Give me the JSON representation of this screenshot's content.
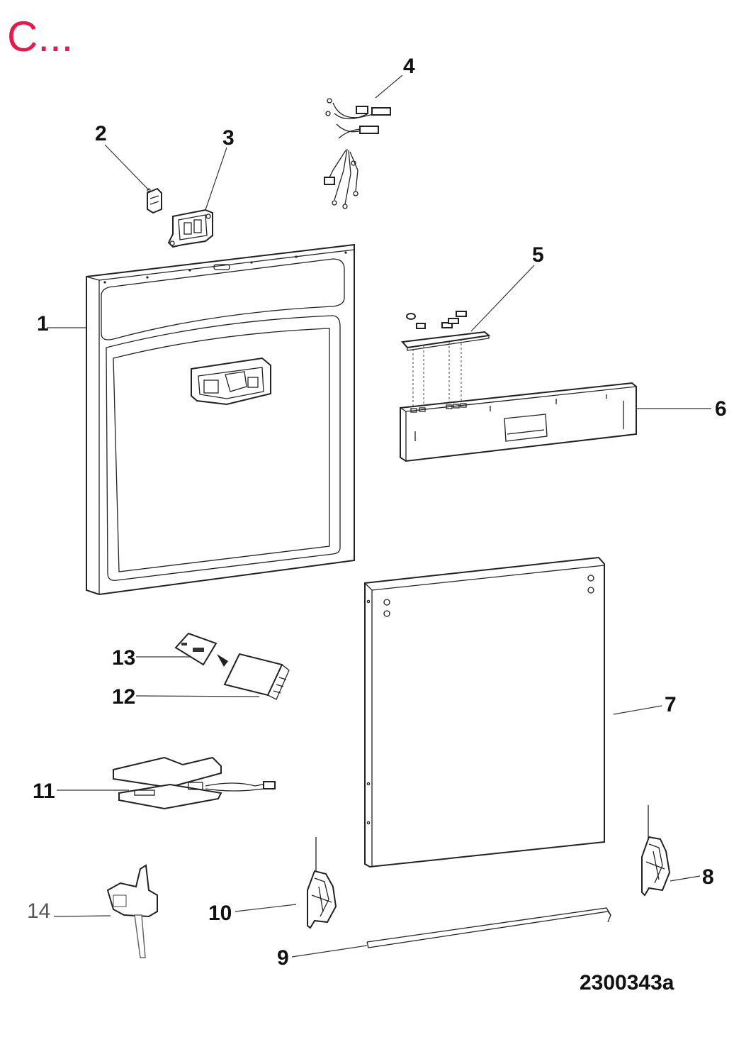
{
  "header": {
    "title": "C...",
    "title_color": "#e5194a"
  },
  "drawing_number": "2300343a",
  "callouts": [
    {
      "id": "c1",
      "text": "1"
    },
    {
      "id": "c2",
      "text": "2"
    },
    {
      "id": "c3",
      "text": "3"
    },
    {
      "id": "c4",
      "text": "4"
    },
    {
      "id": "c5",
      "text": "5"
    },
    {
      "id": "c6",
      "text": "6"
    },
    {
      "id": "c7",
      "text": "7"
    },
    {
      "id": "c8",
      "text": "8"
    },
    {
      "id": "c9",
      "text": "9"
    },
    {
      "id": "c10",
      "text": "10"
    },
    {
      "id": "c11",
      "text": "11"
    },
    {
      "id": "c12",
      "text": "12"
    },
    {
      "id": "c13",
      "text": "13"
    },
    {
      "id": "c14",
      "text": "14"
    }
  ]
}
